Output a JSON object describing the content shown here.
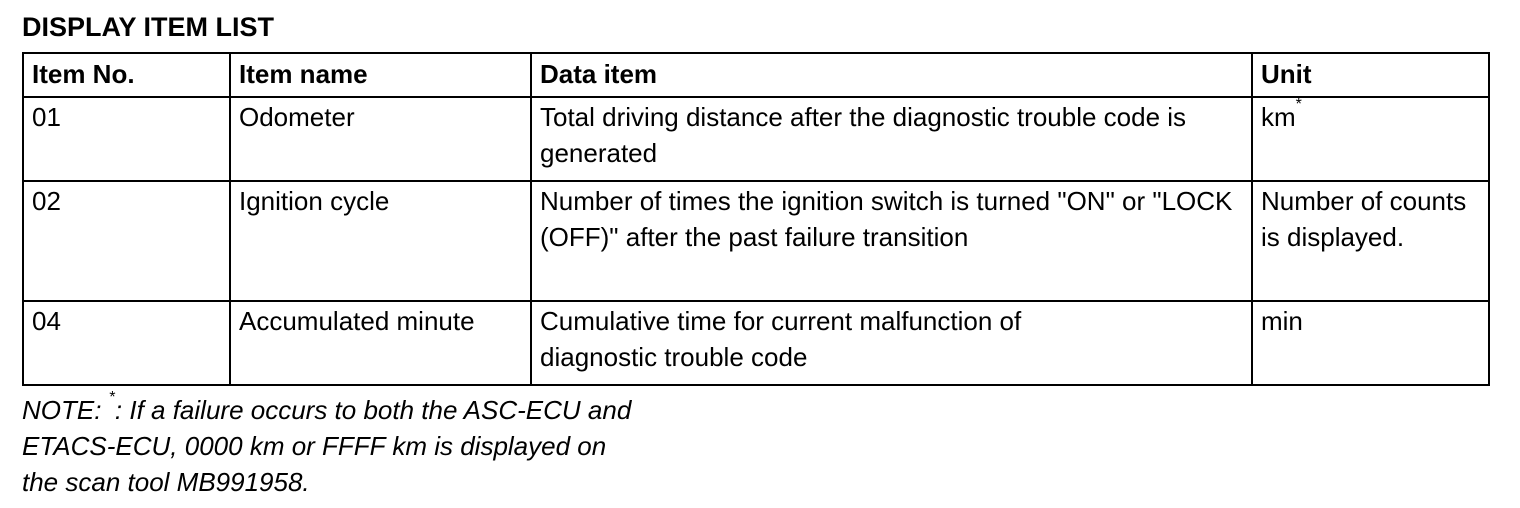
{
  "document": {
    "title": "DISPLAY ITEM LIST",
    "table": {
      "headers": [
        "Item No.",
        "Item name",
        "Data item",
        "Unit"
      ],
      "rows": [
        {
          "item_no": "01",
          "item_name": "Odometer",
          "data_item": "Total driving distance after the diagnostic trouble code is generated",
          "unit": "km",
          "unit_mark": "*"
        },
        {
          "item_no": "02",
          "item_name": "Ignition cycle",
          "data_item": "Number of times the ignition switch is turned \"ON\" or \"LOCK (OFF)\" after the past failure transition",
          "unit": "Number of counts is displayed.",
          "unit_mark": ""
        },
        {
          "item_no": "04",
          "item_name": "Accumulated minute",
          "data_item": "Cumulative time for current malfunction of diagnostic trouble code",
          "unit": "min",
          "unit_mark": ""
        }
      ]
    },
    "note": {
      "prefix": "NOTE: ",
      "mark": "*",
      "lines": [
        ": If a failure occurs to both the ASC-ECU and",
        "ETACS-ECU, 0000 km or FFFF km is displayed on",
        "the scan tool MB991958."
      ]
    }
  }
}
